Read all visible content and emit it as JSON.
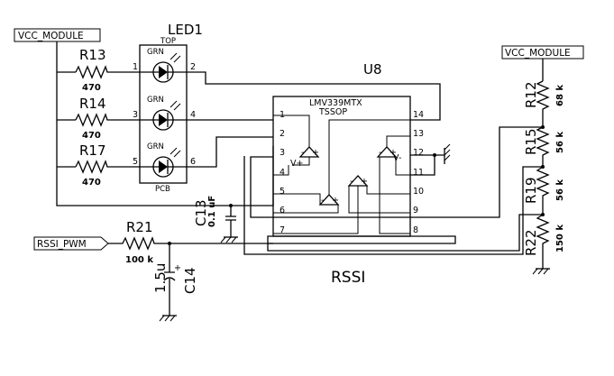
{
  "ports": {
    "vcc_left": "VCC_MODULE",
    "vcc_right": "VCC_MODULE",
    "rssi_pwm": "RSSI_PWM"
  },
  "led": {
    "ref": "LED1",
    "top": "TOP",
    "pcb": "PCB",
    "color": "GRN",
    "pins": [
      "1",
      "2",
      "3",
      "4",
      "5",
      "6"
    ]
  },
  "resistors": {
    "r13": {
      "ref": "R13",
      "value": "470"
    },
    "r14": {
      "ref": "R14",
      "value": "470"
    },
    "r17": {
      "ref": "R17",
      "value": "470"
    },
    "r21": {
      "ref": "R21",
      "value": "100 k"
    },
    "r12": {
      "ref": "R12",
      "value": "68 k"
    },
    "r15": {
      "ref": "R15",
      "value": "56 k"
    },
    "r19": {
      "ref": "R19",
      "value": "56 k"
    },
    "r22": {
      "ref": "R22",
      "value": "150 k"
    }
  },
  "capacitors": {
    "c13": {
      "ref": "C13",
      "value": "0.1 uF"
    },
    "c14": {
      "ref": "C14",
      "value": "1.5u",
      "polarity": "+"
    }
  },
  "ic": {
    "ref": "U8",
    "part": "LMV339MTX",
    "package": "TSSOP",
    "vplus": "V+",
    "vminus": "V-",
    "pins_left": [
      "1",
      "2",
      "3",
      "4",
      "5",
      "6",
      "7"
    ],
    "pins_right": [
      "14",
      "13",
      "12",
      "11",
      "10",
      "9",
      "8"
    ]
  },
  "comparator_signs": {
    "plus": "+",
    "minus": "-"
  },
  "block_label": "RSSI"
}
